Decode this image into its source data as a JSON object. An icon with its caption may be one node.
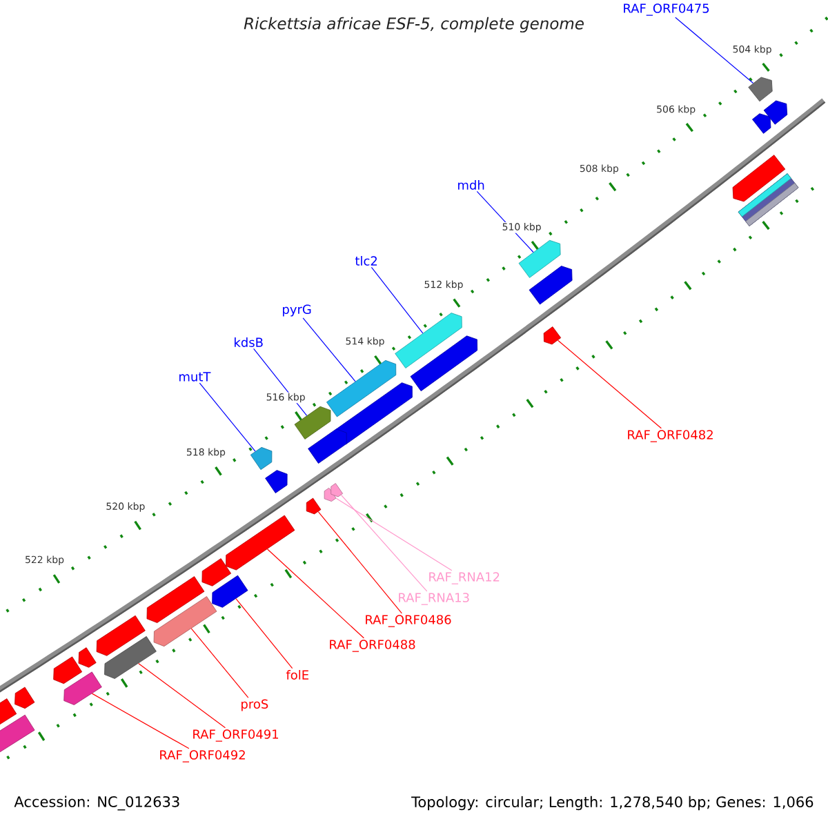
{
  "diagram": {
    "title": "Rickettsia africae ESF-5, complete genome",
    "nodes": [
      {
        "text": [
          "RAF_ORF0475"
        ]
      },
      {
        "text": [],
        "shape": "arrow"
      },
      {
        "text": [
          "mdh"
        ]
      },
      {
        "text": [],
        "shape": "arrow"
      },
      {
        "text": [
          "tlc2"
        ]
      },
      {
        "text": [],
        "shape": "arrow"
      },
      {
        "text": [
          "pyrG"
        ]
      },
      {
        "text": [],
        "shape": "arrow"
      },
      {
        "text": [
          "kdsB"
        ]
      },
      {
        "text": [],
        "shape": "arrow"
      },
      {
        "text": [
          "mutT"
        ]
      },
      {
        "text": [],
        "shape": "arrow"
      },
      {
        "text": [
          "RAF_ORF0482"
        ]
      },
      {
        "text": [],
        "shape": "arrow"
      },
      {
        "text": [
          "RAF_RNA12"
        ]
      },
      {
        "text": [],
        "shape": "arrow"
      },
      {
        "text": [
          "RAF_RNA13"
        ]
      },
      {
        "text": [],
        "shape": "arrow"
      },
      {
        "text": [
          "RAF_ORF0486"
        ]
      },
      {
        "text": [],
        "shape": "arrow"
      },
      {
        "text": [
          "RAF_ORF0488"
        ]
      },
      {
        "text": [],
        "shape": "arrow"
      },
      {
        "text": [
          "folE"
        ]
      },
      {
        "text": [],
        "shape": "arrow"
      },
      {
        "text": [
          "proS"
        ]
      },
      {
        "text": [],
        "shape": "arrow"
      },
      {
        "text": [
          "RAF_ORF0491"
        ]
      },
      {
        "text": [],
        "shape": "arrow"
      },
      {
        "text": [
          "RAF_ORF0492"
        ]
      },
      {
        "text": [],
        "shape": "arrow"
      },
      {
        "text": [],
        "shape": "arrow"
      },
      {
        "text": [],
        "shape": "arrow"
      },
      {
        "text": [],
        "shape": "arrow"
      },
      {
        "text": [],
        "shape": "arrow"
      },
      {
        "text": [],
        "shape": "arrow"
      },
      {
        "text": [],
        "shape": "arrow"
      },
      {
        "text": [],
        "shape": "arrow"
      },
      {
        "text": [],
        "shape": "arrow"
      },
      {
        "text": [],
        "shape": "arrow"
      },
      {
        "text": [],
        "shape": "arrow"
      },
      {
        "text": [],
        "shape": "arrow"
      },
      {
        "text": [],
        "shape": "arrow"
      },
      {
        "text": [],
        "shape": "arrow"
      },
      {
        "text": [],
        "shape": "arrow"
      },
      {
        "text": [],
        "shape": "arrow"
      },
      {
        "text": [],
        "shape": "arrow"
      },
      {
        "text": [],
        "shape": "box"
      }
    ],
    "edges": [
      {
        "from": 0,
        "to": 1,
        "arrow": "none",
        "color": "#0000ff"
      },
      {
        "from": 2,
        "to": 3,
        "arrow": "none",
        "color": "#0000ff"
      },
      {
        "from": 4,
        "to": 5,
        "arrow": "none",
        "color": "#0000ff"
      },
      {
        "from": 6,
        "to": 7,
        "arrow": "none",
        "color": "#0000ff"
      },
      {
        "from": 8,
        "to": 9,
        "arrow": "none",
        "color": "#0000ff"
      },
      {
        "from": 10,
        "to": 11,
        "arrow": "none",
        "color": "#0000ff"
      },
      {
        "from": 12,
        "to": 13,
        "arrow": "none"
      },
      {
        "from": 14,
        "to": 15,
        "arrow": "none",
        "color": "#ff99cc"
      },
      {
        "from": 16,
        "to": 17,
        "arrow": "none",
        "color": "#ff99cc"
      },
      {
        "from": 18,
        "to": 19,
        "arrow": "none"
      },
      {
        "from": 20,
        "to": 21,
        "arrow": "none"
      },
      {
        "from": 22,
        "to": 23,
        "arrow": "none"
      },
      {
        "from": 24,
        "to": 25,
        "arrow": "none"
      },
      {
        "from": 26,
        "to": 27,
        "arrow": "none"
      },
      {
        "from": 28,
        "to": 29,
        "arrow": "none"
      }
    ],
    "labels": [
      "504 kbp",
      "506 kbp",
      "508 kbp",
      "510 kbp",
      "512 kbp",
      "514 kbp",
      "516 kbp",
      "518 kbp",
      "520 kbp",
      "522 kbp",
      "Accession: NC_012633",
      "Topology: circular; Length: 1,278,540 bp; Genes: 1,066"
    ]
  }
}
